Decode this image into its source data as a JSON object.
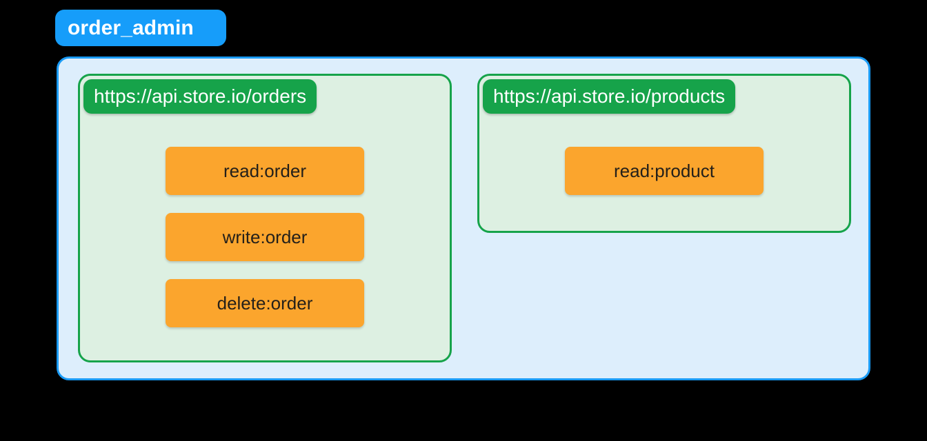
{
  "role": {
    "label": "order_admin",
    "badge_color": "#169dfa",
    "text_color": "#ffffff"
  },
  "container": {
    "fill_color": "#ddeefc",
    "border_color": "#1a9bf5"
  },
  "resources": [
    {
      "url": "https://api.store.io/orders",
      "card_fill_color": "#ddf0e2",
      "card_border_color": "#16a34a",
      "badge_color": "#16a34a",
      "scopes": [
        {
          "label": "read:order"
        },
        {
          "label": "write:order"
        },
        {
          "label": "delete:order"
        }
      ]
    },
    {
      "url": "https://api.store.io/products",
      "card_fill_color": "#ddf0e2",
      "card_border_color": "#16a34a",
      "badge_color": "#16a34a",
      "scopes": [
        {
          "label": "read:product"
        }
      ]
    }
  ],
  "scope_chip": {
    "fill_color": "#fba52d",
    "text_color": "#24201a"
  }
}
